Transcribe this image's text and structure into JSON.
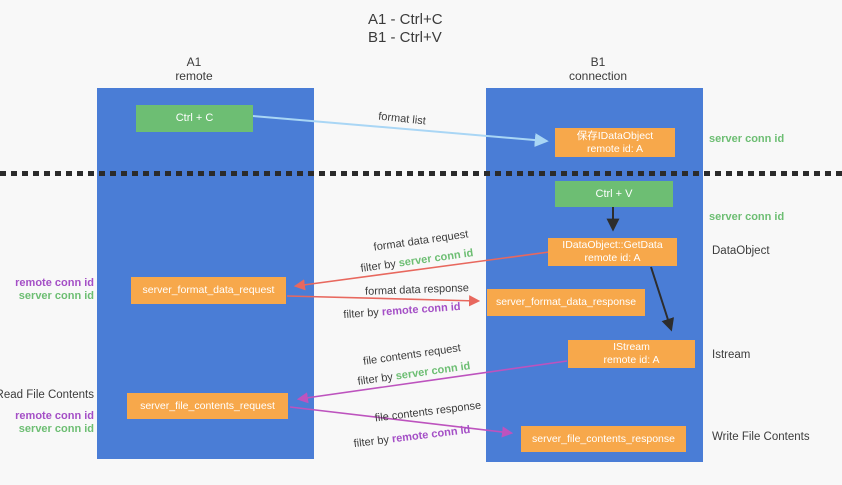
{
  "title": {
    "line1": "A1 - Ctrl+C",
    "line2": "B1 - Ctrl+V"
  },
  "lanes": {
    "a1": {
      "name": "A1",
      "role": "remote"
    },
    "b1": {
      "name": "B1",
      "role": "connection"
    }
  },
  "nodes": {
    "ctrl_c": {
      "label": "Ctrl + C"
    },
    "save_dataobject": {
      "line1": "保存IDataObject",
      "line2": "remote id: A"
    },
    "ctrl_v": {
      "label": "Ctrl + V"
    },
    "getdata": {
      "line1": "IDataObject::GetData",
      "line2": "remote id: A"
    },
    "format_request": {
      "label": "server_format_data_request"
    },
    "format_response": {
      "label": "server_format_data_response"
    },
    "istream": {
      "line1": "IStream",
      "line2": "remote id: A"
    },
    "file_request": {
      "label": "server_file_contents_request"
    },
    "file_response": {
      "label": "server_file_contents_response"
    }
  },
  "side_labels": {
    "right": {
      "server_conn_id_top": "server conn id",
      "server_conn_id_mid": "server conn id",
      "dataobject": "DataObject",
      "istream": "Istream",
      "write_file_contents": "Write File Contents"
    },
    "left": {
      "format_remote_conn_id": "remote conn id",
      "format_server_conn_id": "server conn id",
      "read_file_contents": "Read File Contents",
      "file_remote_conn_id": "remote conn id",
      "file_server_conn_id": "server conn id"
    }
  },
  "arrow_labels": {
    "format_list": "format list",
    "format_data_request": "format data request",
    "format_data_request_filter": {
      "prefix": "filter by ",
      "key": "server conn id"
    },
    "format_data_response": "format data response",
    "format_data_response_filter": {
      "prefix": "filter by ",
      "key": "remote conn id"
    },
    "file_contents_request": "file contents request",
    "file_contents_request_filter": {
      "prefix": "filter by ",
      "key": "server conn id"
    },
    "file_contents_response": "file contents response",
    "file_contents_response_filter": {
      "prefix": "filter by ",
      "key": "remote conn id"
    }
  },
  "colors": {
    "lane_blue": "#4a7dd6",
    "box_green": "#6dbe73",
    "box_orange": "#f7a84b",
    "arrow_light_blue": "#a9d6f5",
    "arrow_red": "#e8685e",
    "arrow_magenta": "#bd53be",
    "arrow_black": "#2d2d2d",
    "text_green": "#6dbe73",
    "text_purple": "#a44fc6",
    "text_dark": "#3c3c3c",
    "background": "#f8f8f8"
  }
}
